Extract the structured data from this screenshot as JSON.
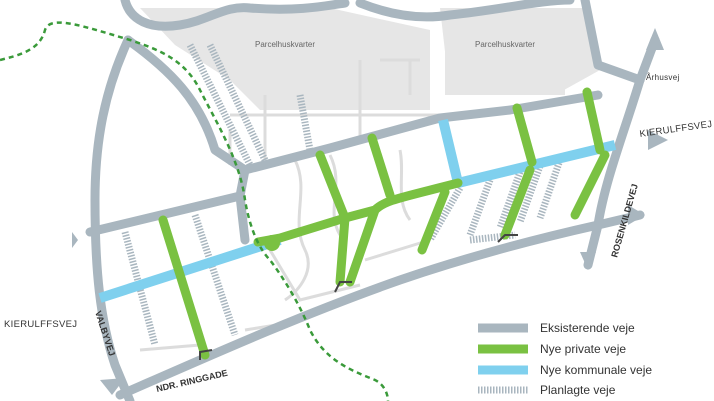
{
  "map": {
    "areas": [
      {
        "id": "parcel-west",
        "label": "Parcelhuskvarter"
      },
      {
        "id": "parcel-east",
        "label": "Parcelhuskvarter"
      }
    ],
    "streets": {
      "arhusvej": "Århusvej",
      "kierulffsvej_east": "KIERULFFSVEJ",
      "kierulffsvej_west": "KIERULFFSVEJ",
      "rosenkildevej": "ROSENKILDEVEJ",
      "valbyvej": "VALBYVEJ",
      "ndr_ringgade": "NDR. RINGGADE"
    },
    "colors": {
      "existing": "#a9b6bf",
      "private": "#7ac142",
      "municipal": "#7fd0ee",
      "planned": "#a9b6bf",
      "path": "#3a9a3a",
      "built_area": "#e6e6e6",
      "paths_light": "#dcdcdc"
    }
  },
  "legend": {
    "items": [
      {
        "key": "existing",
        "label": "Eksisterende veje"
      },
      {
        "key": "private",
        "label": "Nye private veje"
      },
      {
        "key": "municipal",
        "label": "Nye kommunale veje"
      },
      {
        "key": "planned",
        "label": "Planlagte veje"
      }
    ]
  }
}
